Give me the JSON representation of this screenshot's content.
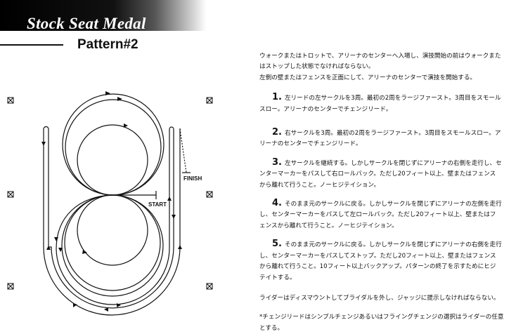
{
  "header": {
    "title": "Stock Seat Medal",
    "pattern": "Pattern#2"
  },
  "diagram": {
    "start_label": "START",
    "finish_label": "FINISH",
    "marker_icon": "boxed-x-marker"
  },
  "intro": [
    "ウォークまたはトロットで、アリーナのセンターへ入場し、演技開始の前はウォークまた",
    "はストップした状態でなければならない。",
    "左側の壁またはフェンスを正面にして、アリーナのセンターで演技を開始する。"
  ],
  "steps": [
    {
      "num": "1.",
      "lines": [
        "左リードの左サークルを3周。最初の2周をラージファースト。3周目をスモール",
        "スロー。アリーナのセンターでチェンジリード。"
      ]
    },
    {
      "num": "2.",
      "lines": [
        "右サークルを3周。最初の2周をラージファースト。3周目をスモールスロー。ア",
        "リーナのセンターでチェンジリード。"
      ]
    },
    {
      "num": "3.",
      "lines": [
        "左サークルを継続する。しかしサークルを閉じずにアリーナの右側を走行し、セ",
        "ンターマーカーをパスして右ロールバック。ただし20フィート以上、壁またはフェンス",
        "から離れて行うこと。ノーヒジテイション。"
      ]
    },
    {
      "num": "4.",
      "lines": [
        "そのまま元のサークルに戻る。しかしサークルを閉じずにアリーナの左側を走行",
        "し、センターマーカーをパスして左ロールバック。ただし20フィート以上、壁またはフ",
        "ェンスから離れて行うこと。ノーヒジテイション。"
      ]
    },
    {
      "num": "5.",
      "lines": [
        "そのまま元のサークルに戻る。しかしサークルを閉じずにアリーナの右側を走行",
        "し、センターマーカーをパスしてストップ。ただし20フィート以上、壁またはフェンス",
        "から離れて行うこと。10フィート以上バックアップ。パターンの終了を示すためにヒジ",
        "テイトする。"
      ]
    }
  ],
  "dismount": "ライダーはディスマウントしてブライダルを外し、ジャッジに提示しなければならない。",
  "note": [
    "*チェンジリードはシンプルチェンジあるいはフライングチェンジの選択はライダーの任意",
    "とする。"
  ]
}
